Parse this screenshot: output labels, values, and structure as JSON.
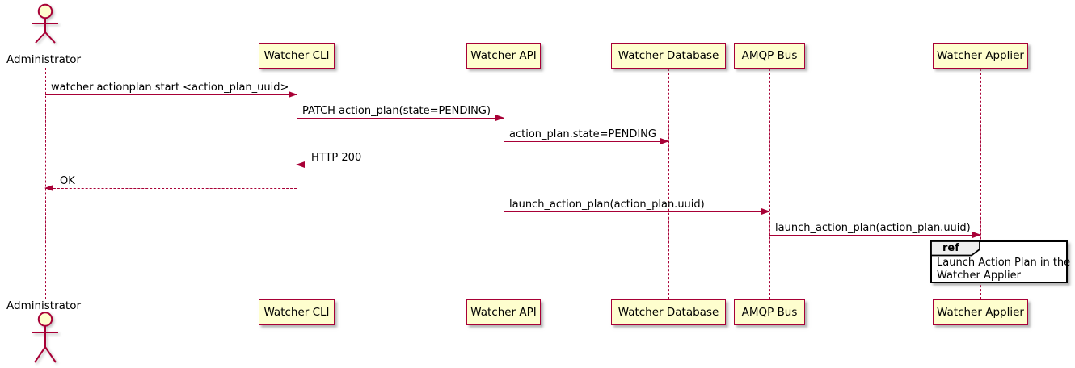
{
  "diagram": {
    "type": "sequence-diagram",
    "actor": {
      "name": "Administrator"
    },
    "participants": [
      {
        "label": "Watcher CLI"
      },
      {
        "label": "Watcher API"
      },
      {
        "label": "Watcher Database"
      },
      {
        "label": "AMQP Bus"
      },
      {
        "label": "Watcher Applier"
      }
    ],
    "messages": [
      {
        "from": "Administrator",
        "to": "Watcher CLI",
        "text": "watcher actionplan start <action_plan_uuid>",
        "line": "solid"
      },
      {
        "from": "Watcher CLI",
        "to": "Watcher API",
        "text": "PATCH action_plan(state=PENDING)",
        "line": "solid"
      },
      {
        "from": "Watcher API",
        "to": "Watcher Database",
        "text": "action_plan.state=PENDING",
        "line": "solid"
      },
      {
        "from": "Watcher API",
        "to": "Watcher CLI",
        "text": "HTTP 200",
        "line": "dashed"
      },
      {
        "from": "Watcher CLI",
        "to": "Administrator",
        "text": "OK",
        "line": "dashed"
      },
      {
        "from": "Watcher API",
        "to": "AMQP Bus",
        "text": "launch_action_plan(action_plan.uuid)",
        "line": "solid"
      },
      {
        "from": "AMQP Bus",
        "to": "Watcher Applier",
        "text": "launch_action_plan(action_plan.uuid)",
        "line": "solid"
      }
    ],
    "ref": {
      "keyword": "ref",
      "over": "Watcher Applier",
      "lines": [
        "Launch Action Plan in the",
        "Watcher Applier"
      ]
    },
    "colors": {
      "participant_fill": "#FEFECE",
      "line": "#A80036",
      "text": "#000000",
      "ref_tab_fill": "#EEEEEE",
      "ref_border": "#000000",
      "background": "#FFFFFF"
    }
  }
}
